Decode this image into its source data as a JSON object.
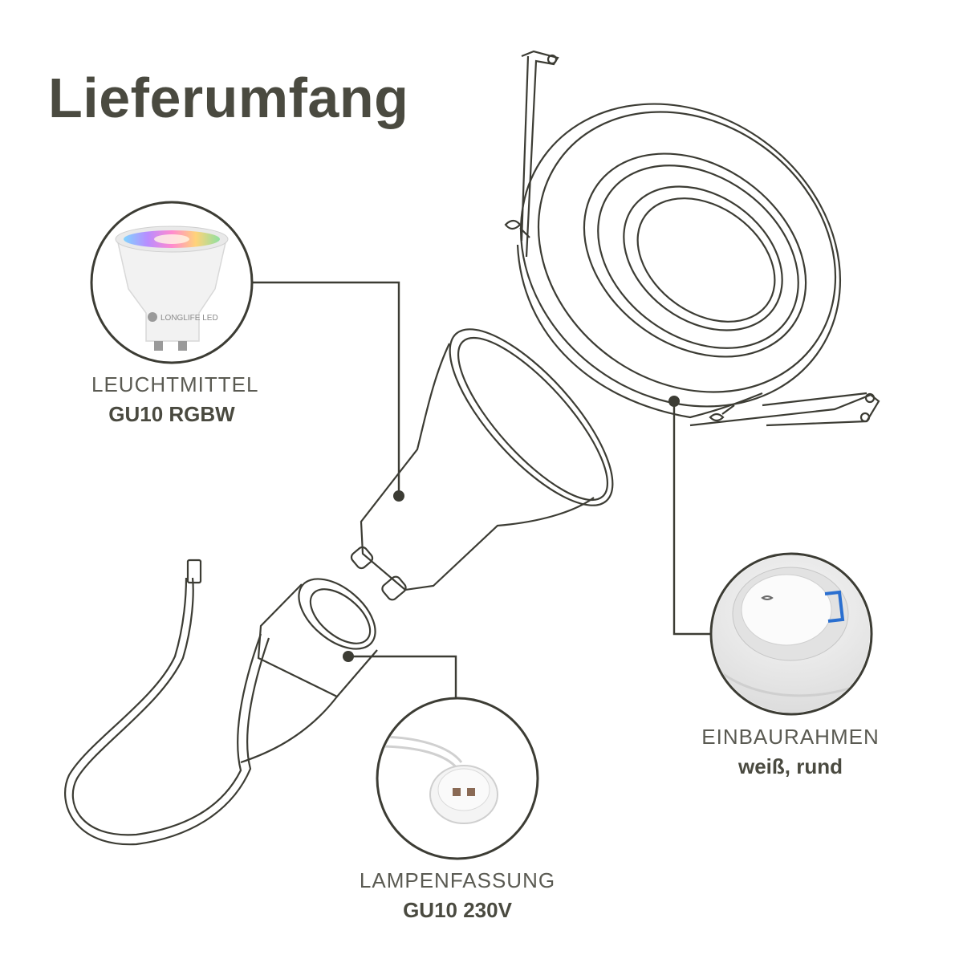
{
  "title": "Lieferumfang",
  "items": {
    "bulb": {
      "name": "LEUCHTMITTEL",
      "detail": "GU10 RGBW",
      "brand": "LONGLIFE LED"
    },
    "frame": {
      "name": "EINBAURAHMEN",
      "detail": "weiß, rund"
    },
    "socket": {
      "name": "LAMPENFASSUNG",
      "detail": "GU10 230V"
    }
  },
  "colors": {
    "text": "#4a4a40",
    "line": "#3c3c34",
    "bracket": "#2a6fd0"
  }
}
